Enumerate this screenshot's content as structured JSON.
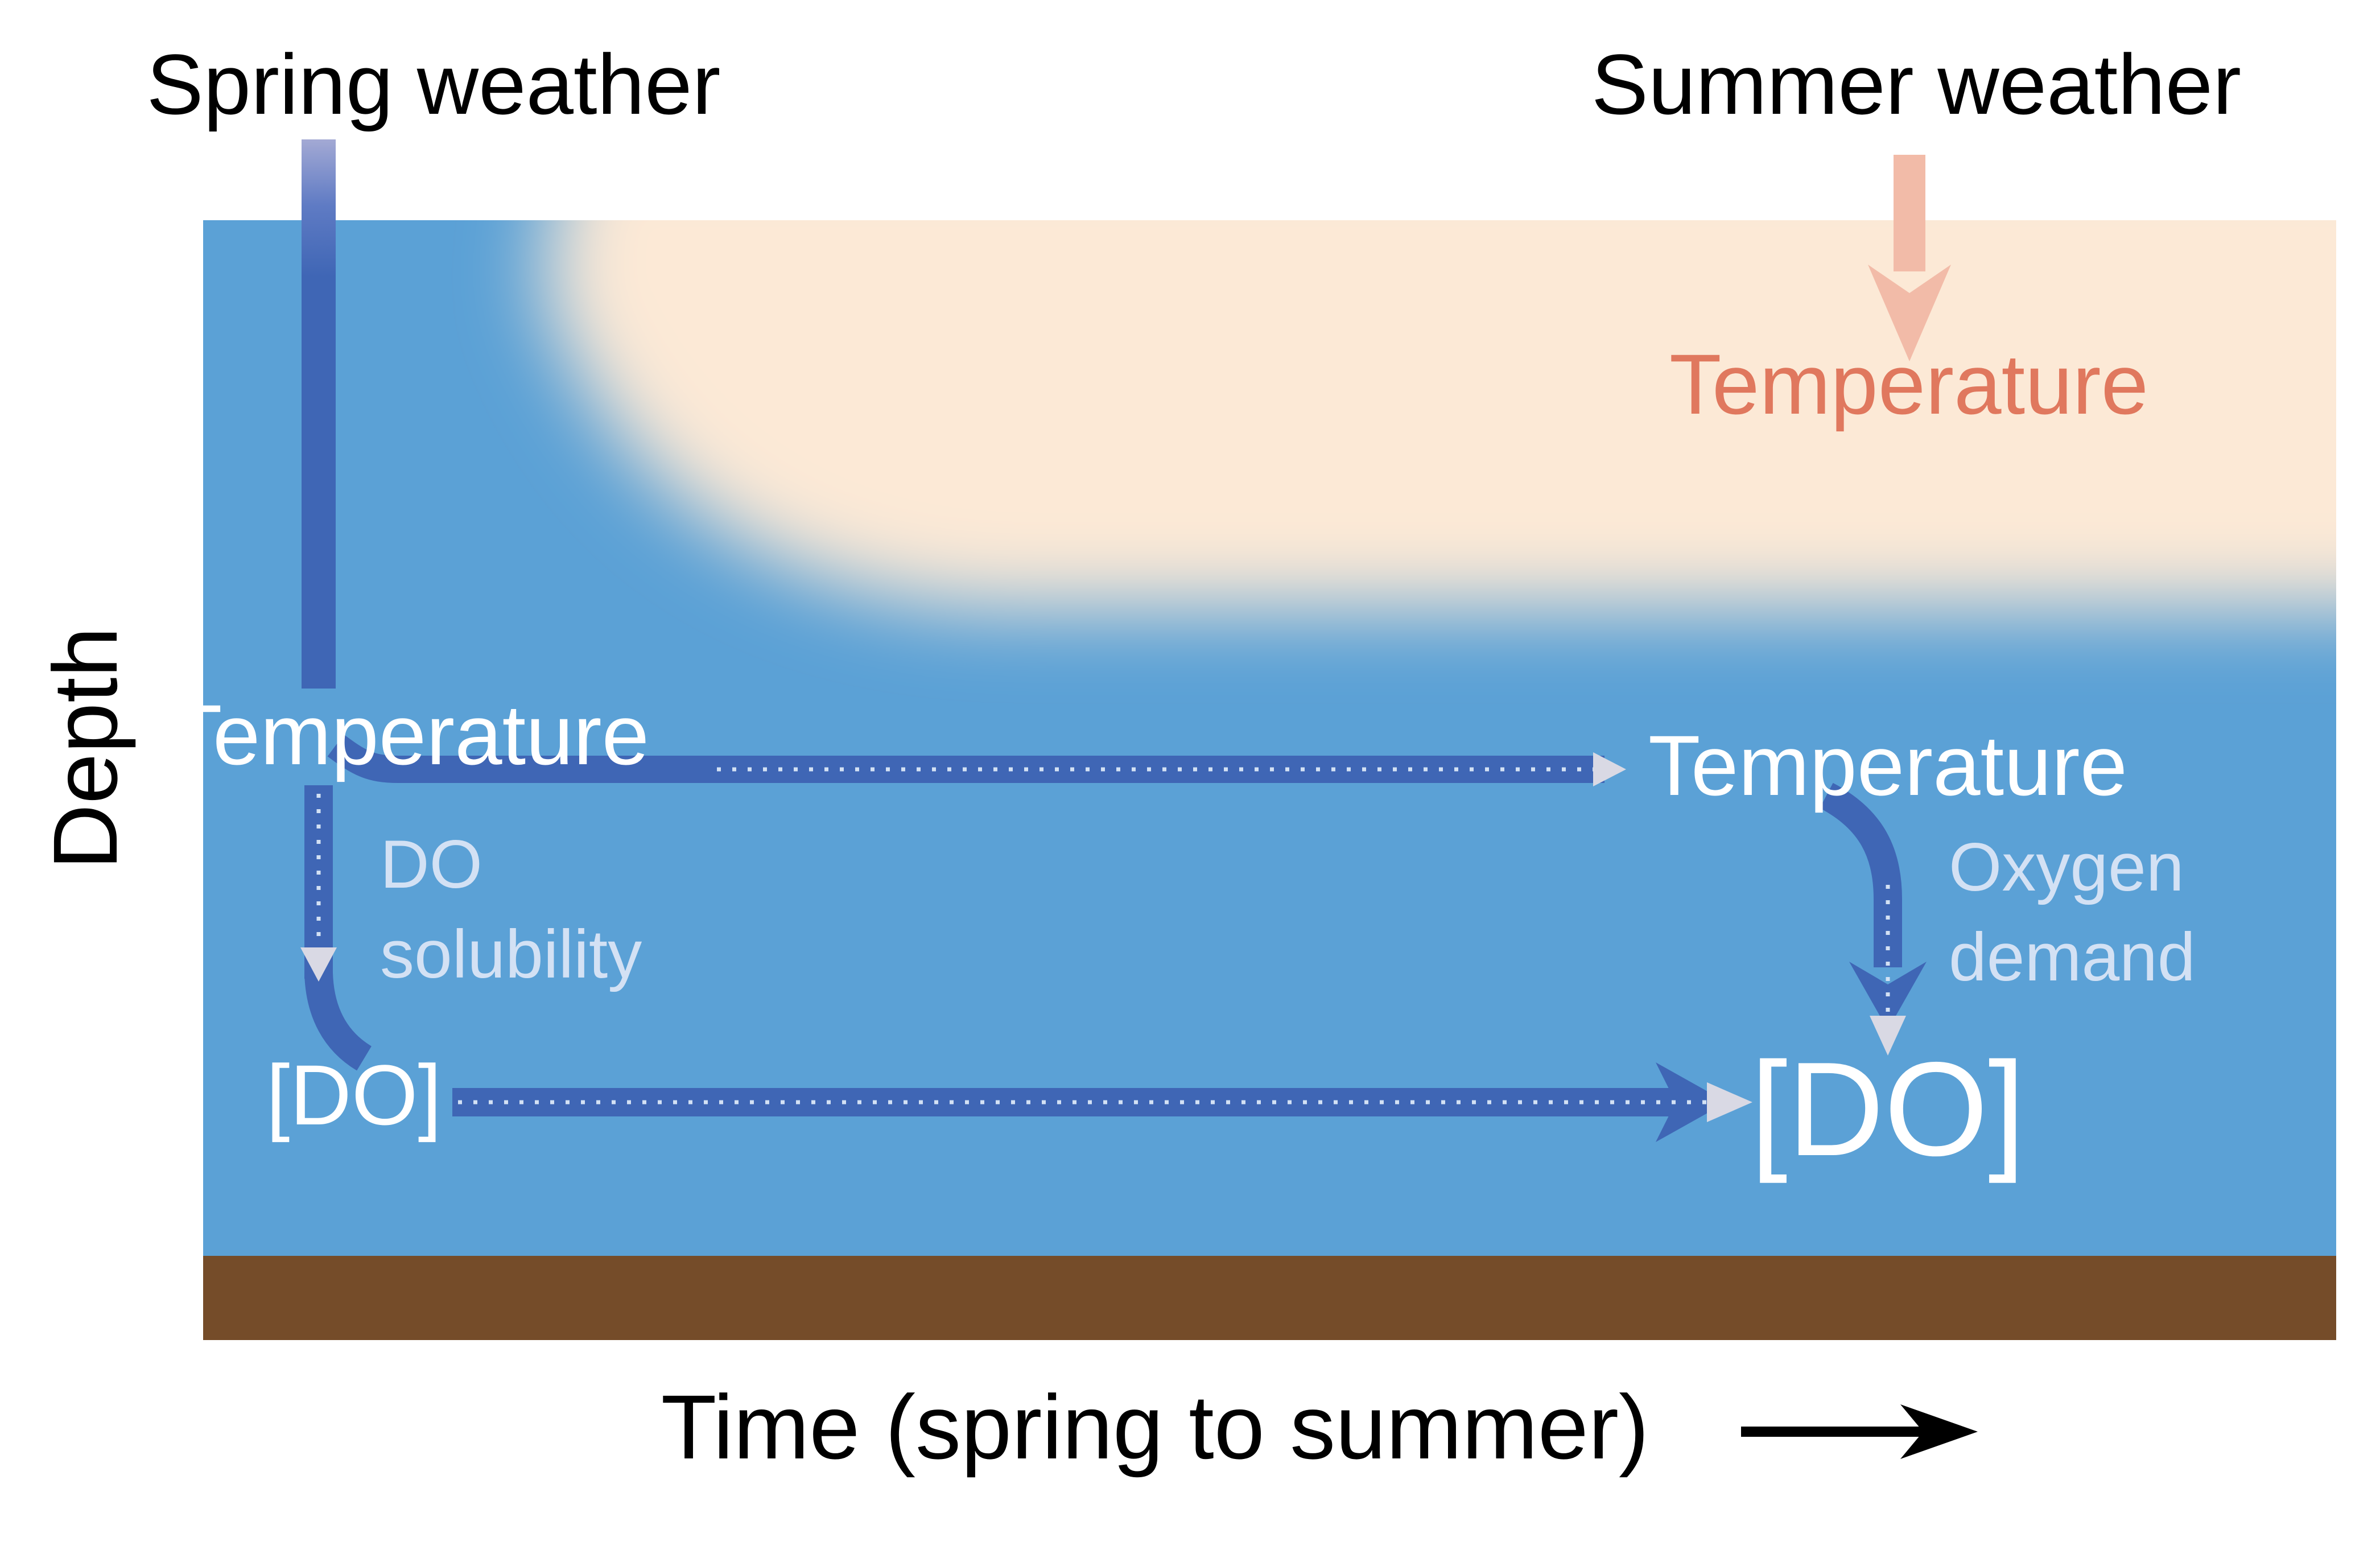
{
  "labels": {
    "spring_weather": "Spring weather",
    "summer_weather": "Summer weather",
    "temperature_surface": "Temperature",
    "temperature_spring": "Temperature",
    "temperature_summer": "Temperature",
    "do_solubility_1": "DO",
    "do_solubility_2": "solubility",
    "oxygen_demand_1": "Oxygen",
    "oxygen_demand_2": "demand",
    "do_spring": "[DO]",
    "do_summer": "[DO]",
    "y_axis": "Depth",
    "x_axis": "Time (spring to summer)"
  },
  "colors": {
    "water": "#5ba1d6",
    "warm_layer": "#fce9d6",
    "sediment": "#754c29",
    "arrow_blue": "#3f66b5",
    "arrow_warm": "#f2bba8",
    "temperature_warm_text": "#e0785e",
    "label_white": "#ffffff",
    "label_pale": "#d3e1f4",
    "black": "#000000"
  }
}
